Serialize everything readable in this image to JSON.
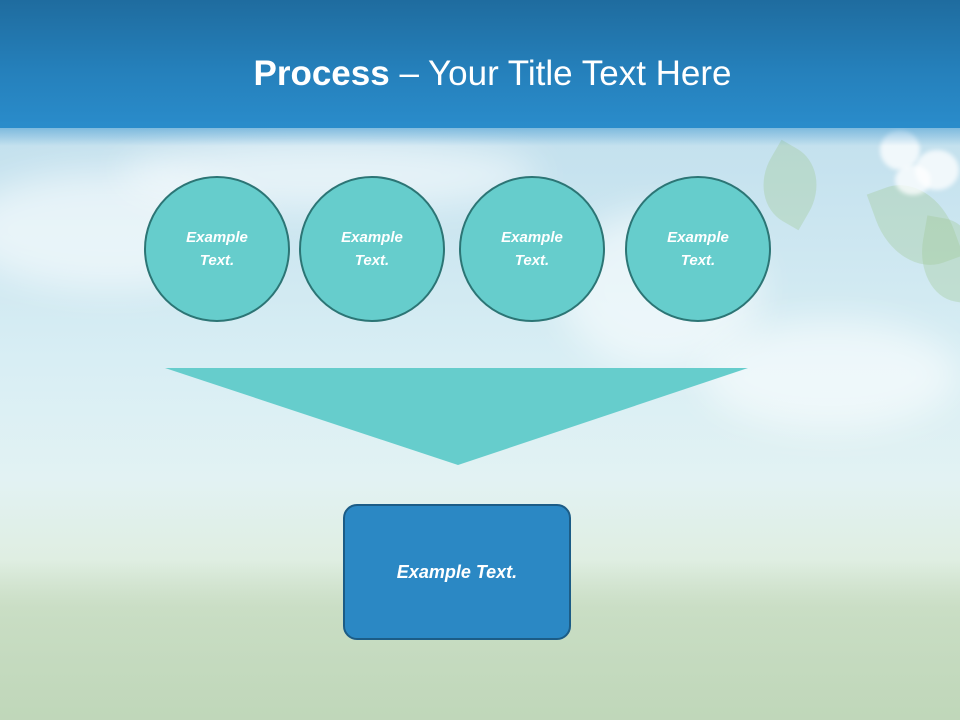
{
  "slide": {
    "title_bold": "Process",
    "title_rest": " – Your Title Text Here"
  },
  "process": {
    "steps": [
      "Example Text.",
      "Example Text.",
      "Example Text.",
      "Example Text."
    ],
    "result": "Example Text."
  },
  "colors": {
    "header": "#2580bb",
    "circle_fill": "#66cdcc",
    "circle_border": "#2c7575",
    "funnel_fill": "#66cdcc",
    "result_fill": "#2b88c4",
    "result_border": "#1c5c86"
  }
}
